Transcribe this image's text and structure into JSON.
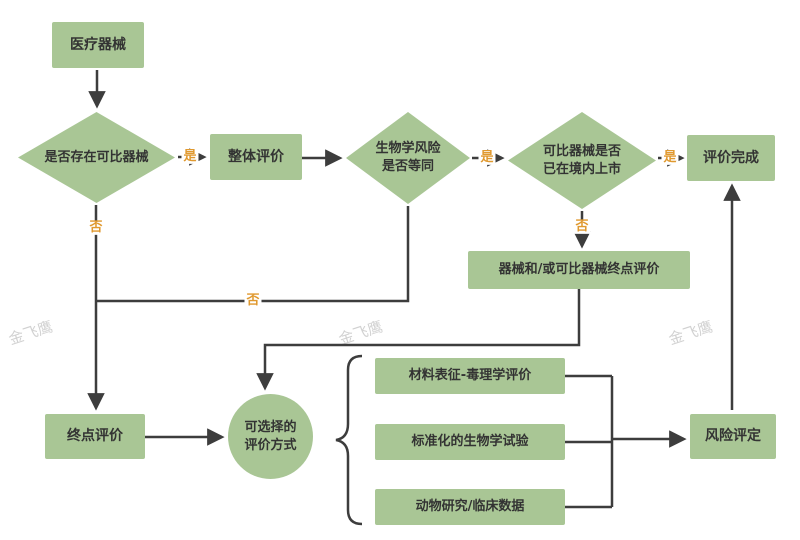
{
  "diagram": {
    "nodes": {
      "start": {
        "label": "医疗器械"
      },
      "decision_comparable": {
        "label": "是否存在可比器械"
      },
      "overall_eval": {
        "label": "整体评价"
      },
      "decision_bio_risk": {
        "line1": "生物学风险",
        "line2": "是否等同"
      },
      "decision_marketed": {
        "line1": "可比器械是否",
        "line2": "已在境内上市"
      },
      "eval_complete": {
        "label": "评价完成"
      },
      "endpoint_eval_comparable": {
        "label": "器械和/或可比器械终点评价"
      },
      "endpoint_eval": {
        "label": "终点评价"
      },
      "methods_circle": {
        "line1": "可选择的",
        "line2": "评价方式"
      },
      "method_material": {
        "label": "材料表征-毒理学评价"
      },
      "method_bio_test": {
        "label": "标准化的生物学试验"
      },
      "method_animal": {
        "label": "动物研究/临床数据"
      },
      "risk_assessment": {
        "label": "风险评定"
      }
    },
    "edge_labels": {
      "yes_comparable": "是",
      "yes_bio_risk": "是",
      "yes_marketed": "是",
      "no_comparable": "否",
      "no_bio_risk": "否",
      "no_marketed": "否"
    },
    "watermark": "金飞鹰",
    "colors": {
      "node_fill": "#a9c695",
      "connector": "#3d3d3d",
      "edge_label_text": "#e0992f",
      "node_text": "#333333"
    }
  }
}
